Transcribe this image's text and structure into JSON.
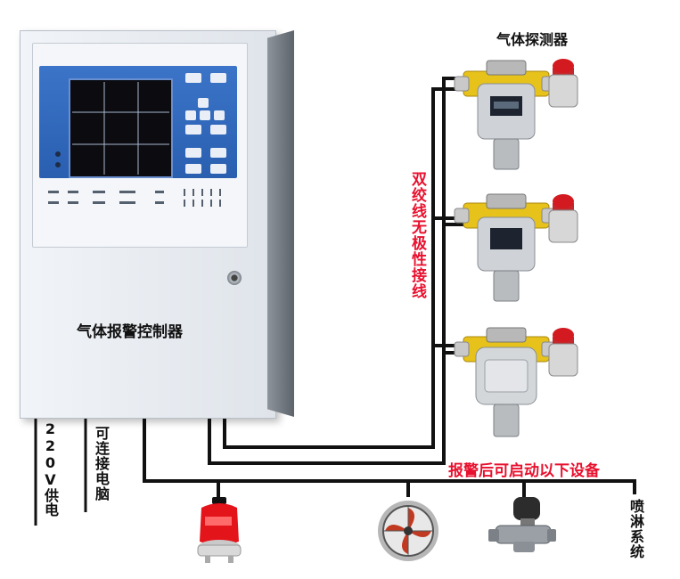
{
  "labels": {
    "gas_detector": "气体探测器",
    "controller": "气体报警控制器",
    "wiring_note": "双绞线无极性接线",
    "power": "220V供电",
    "pc": "可连接电脑",
    "linkage": "报警后可启动以下设备",
    "sprinkler": "喷淋系统"
  },
  "colors": {
    "accent_red": "#e8102e",
    "panel_blue": "#2a5fb0",
    "cabinet": "#e9edf3",
    "detector_yellow": "#e6c21a"
  },
  "icons": [
    "strobe-light-icon",
    "exhaust-fan-icon",
    "solenoid-valve-icon"
  ]
}
